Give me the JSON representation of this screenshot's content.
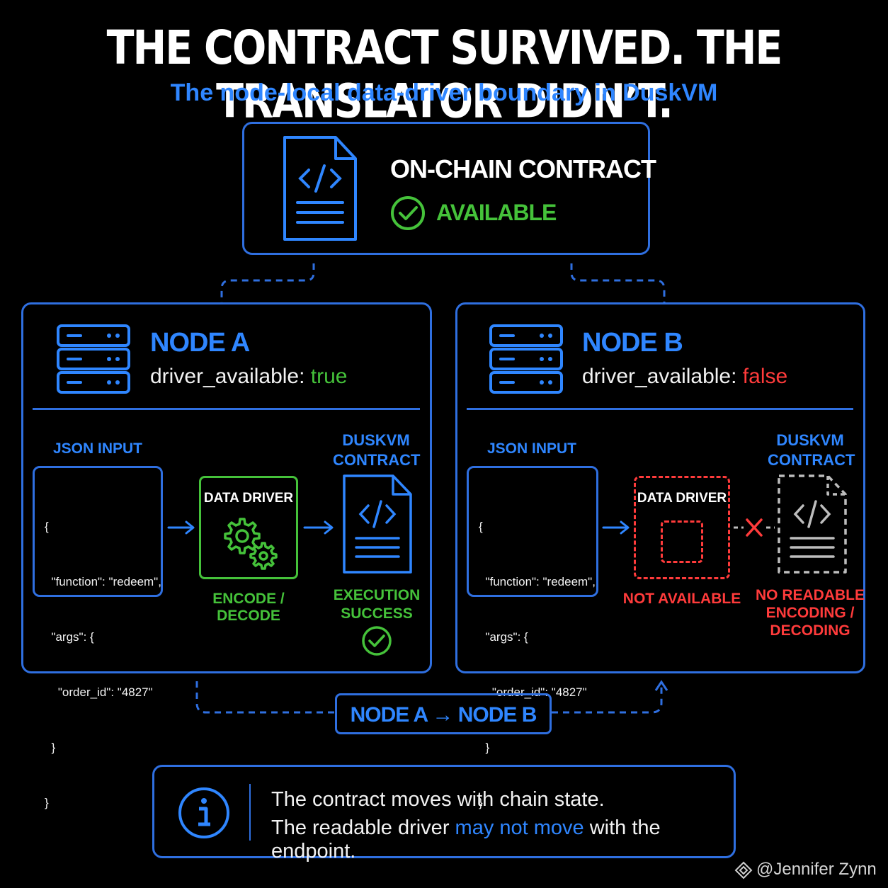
{
  "title": "THE CONTRACT SURVIVED. THE TRANSLATOR DIDN’T.",
  "subtitle": "The node-local data-driver boundary in DuskVM",
  "contract": {
    "heading": "ON-CHAIN CONTRACT",
    "status": "AVAILABLE"
  },
  "node_a": {
    "name": "NODE A",
    "driver_key": "driver_available: ",
    "driver_value": "true",
    "json_label": "JSON INPUT",
    "code_lines": [
      "{",
      "  \"function\": \"redeem\",",
      "  \"args\": {",
      "    \"order_id\": \"4827\"",
      "  }",
      "}"
    ],
    "driver_box": "DATA DRIVER",
    "driver_caption": "ENCODE / DECODE",
    "contract_label_1": "DUSKVM",
    "contract_label_2": "CONTRACT",
    "result_1": "EXECUTION",
    "result_2": "SUCCESS"
  },
  "node_b": {
    "name": "NODE B",
    "driver_key": "driver_available: ",
    "driver_value": "false",
    "json_label": "JSON INPUT",
    "code_lines": [
      "{",
      "  \"function\": \"redeem\",",
      "  \"args\": {",
      "    \"order_id\": \"4827\"",
      "  }",
      "}"
    ],
    "driver_box": "DATA DRIVER",
    "driver_caption": "NOT AVAILABLE",
    "contract_label_1": "DUSKVM",
    "contract_label_2": "CONTRACT",
    "result_1": "NO READABLE",
    "result_2": "ENCODING /",
    "result_3": "DECODING"
  },
  "migration": "NODE A → NODE B",
  "note": {
    "line1": "The contract moves with chain state.",
    "line2_a": "The readable driver ",
    "line2_b": "may not move",
    "line2_c": " with the endpoint."
  },
  "watermark": "@Jennifer Zynn",
  "colors": {
    "blue": "#2f86ff",
    "border_blue": "#2f6fe0",
    "green": "#45c23a",
    "red": "#ff3b3b",
    "gray": "#bdbdbd",
    "background": "#000000"
  }
}
